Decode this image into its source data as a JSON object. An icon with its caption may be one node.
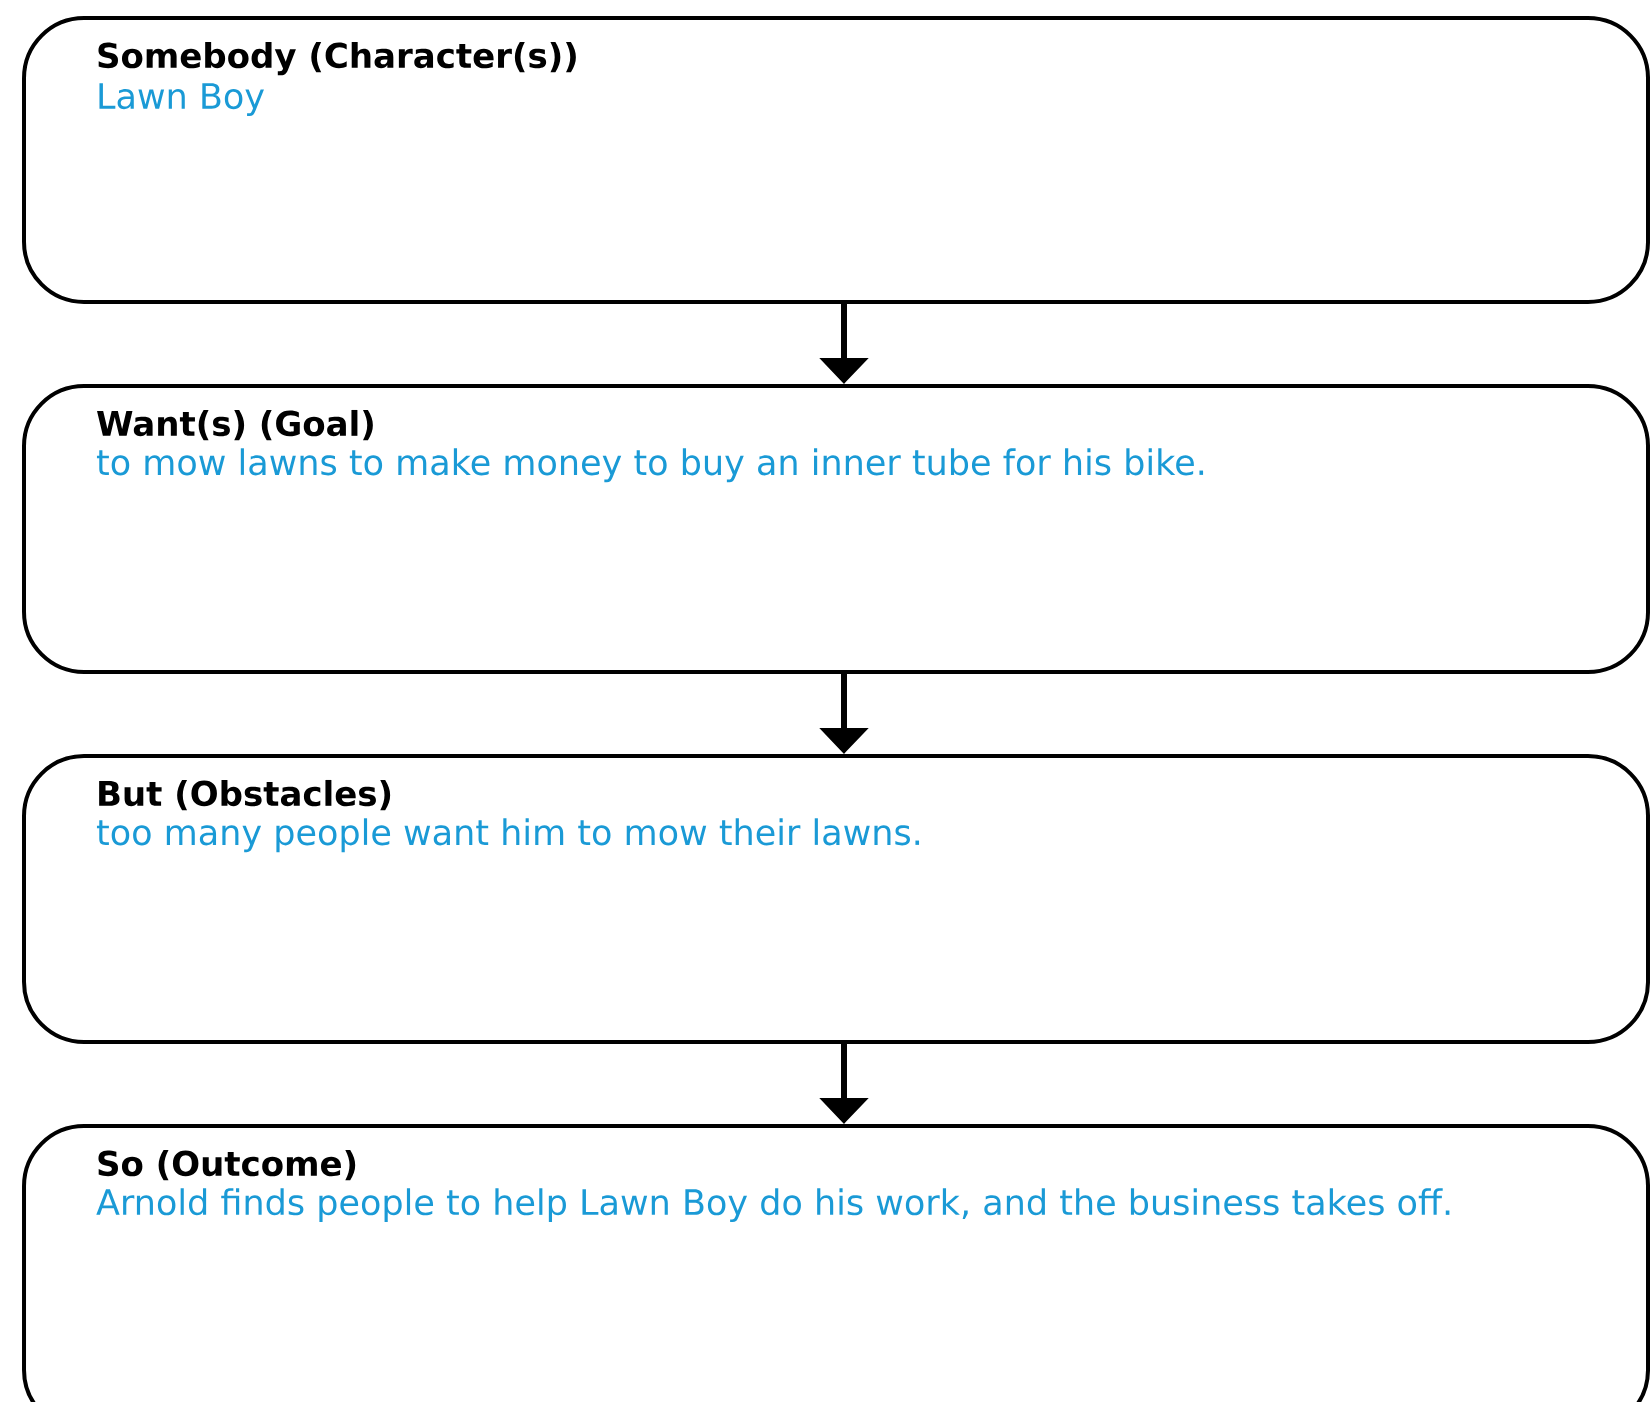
{
  "diagram": {
    "nodes": [
      {
        "text": [
          "Somebody (Character(s))",
          "Lawn Boy"
        ]
      },
      {
        "text": [
          "Want(s) (Goal)",
          "to mow lawns to make money to buy an inner tube for his bike."
        ]
      },
      {
        "text": [
          "But (Obstacles)",
          "too many people want him to mow their lawns."
        ]
      },
      {
        "text": [
          "So (Outcome)",
          "Arnold finds people to help Lawn Boy do his work, and the business takes off."
        ]
      }
    ],
    "edges": [
      {
        "from": 0,
        "to": 1,
        "arrow": "to"
      },
      {
        "from": 1,
        "to": 2,
        "arrow": "to"
      },
      {
        "from": 2,
        "to": 3,
        "arrow": "to"
      }
    ]
  }
}
